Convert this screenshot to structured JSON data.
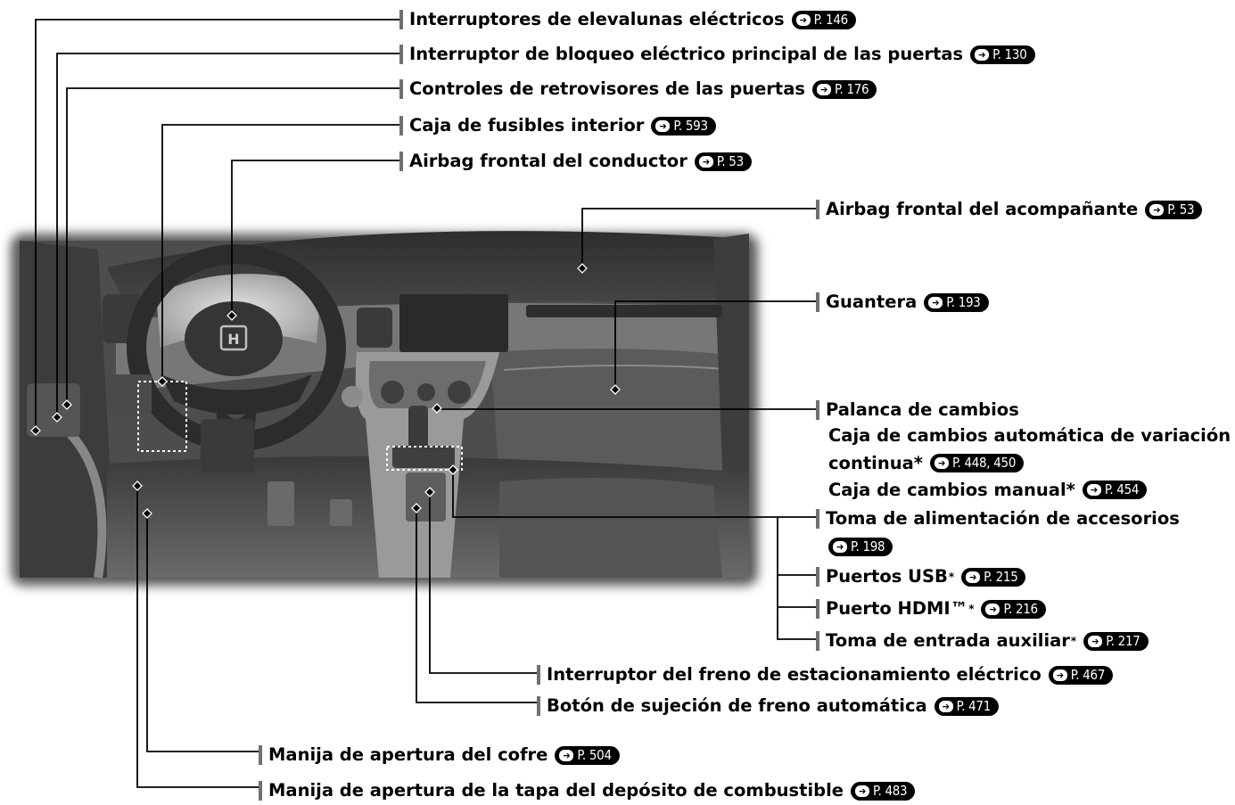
{
  "ref_arrow": "➔",
  "labels": {
    "window_switches": {
      "text": "Interruptores de elevalunas eléctricos",
      "ref": "P. 146"
    },
    "master_door_lock": {
      "text": "Interruptor de bloqueo eléctrico principal de las puertas",
      "ref": "P. 130"
    },
    "mirror_controls": {
      "text": "Controles de retrovisores de las puertas",
      "ref": "P. 176"
    },
    "interior_fuse_box": {
      "text": "Caja de fusibles interior",
      "ref": "P. 593"
    },
    "driver_airbag": {
      "text": "Airbag frontal del conductor",
      "ref": "P. 53"
    },
    "passenger_airbag": {
      "text": "Airbag frontal del acompañante",
      "ref": "P. 53"
    },
    "glove_box": {
      "text": "Guantera",
      "ref": "P. 193"
    },
    "shift_lever": {
      "text": "Palanca de cambios"
    },
    "cvt": {
      "text_line1": "Caja de cambios automática de variación",
      "text_line2": "continua",
      "asterisk": "*",
      "ref": "P. 448, 450"
    },
    "manual_trans": {
      "text": "Caja de cambios manual",
      "asterisk": "*",
      "ref": "P. 454"
    },
    "accessory_power": {
      "text": "Toma de alimentación de accesorios",
      "ref": "P. 198"
    },
    "usb_ports": {
      "text": "Puertos USB",
      "asterisk": "*",
      "ref": "P. 215"
    },
    "hdmi_port": {
      "text": "Puerto HDMI™",
      "asterisk": "*",
      "ref": "P. 216"
    },
    "aux_jack": {
      "text": "Toma de entrada auxiliar",
      "asterisk": "*",
      "ref": "P. 217"
    },
    "parking_brake": {
      "text": "Interruptor del freno de estacionamiento eléctrico",
      "ref": "P. 467"
    },
    "brake_hold": {
      "text": "Botón de sujeción de freno automática",
      "ref": "P. 471"
    },
    "hood_release": {
      "text": "Manija de apertura del cofre",
      "ref": "P. 504"
    },
    "fuel_door_release": {
      "text": "Manija de apertura de la tapa del depósito de combustible",
      "ref": "P. 483"
    }
  },
  "colors": {
    "leader_line": "#000000",
    "label_bar": "#707070",
    "photo_dark": "#3a3a3a"
  }
}
